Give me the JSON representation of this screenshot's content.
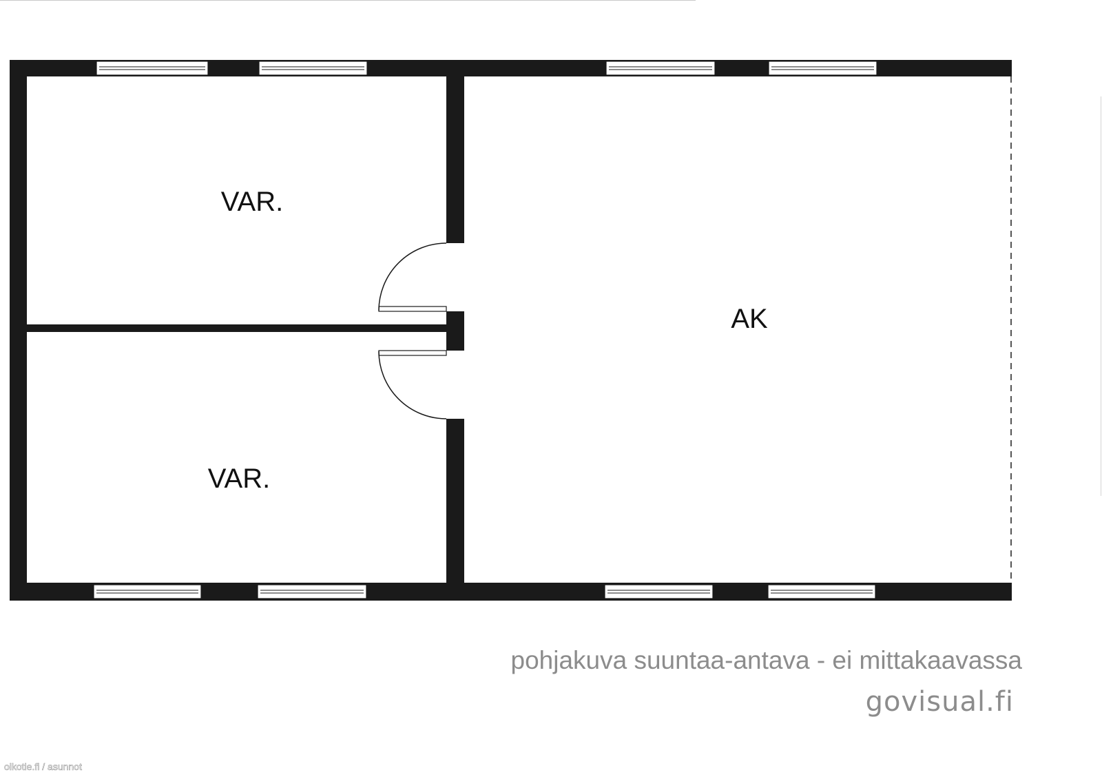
{
  "rooms": [
    {
      "id": "storage-top",
      "label": "VAR."
    },
    {
      "id": "storage-bottom",
      "label": "VAR."
    },
    {
      "id": "large-room",
      "label": "AK"
    }
  ],
  "footer": {
    "disclaimer": "pohjakuva suuntaa-antava - ei mittakaavassa",
    "brand": "govisual.fi",
    "watermark": "oikotie.fi / asunnot"
  },
  "colors": {
    "wall": "#1a1a1a",
    "text": "#111111",
    "footer_text": "#8c8c8c",
    "background": "#ffffff"
  }
}
